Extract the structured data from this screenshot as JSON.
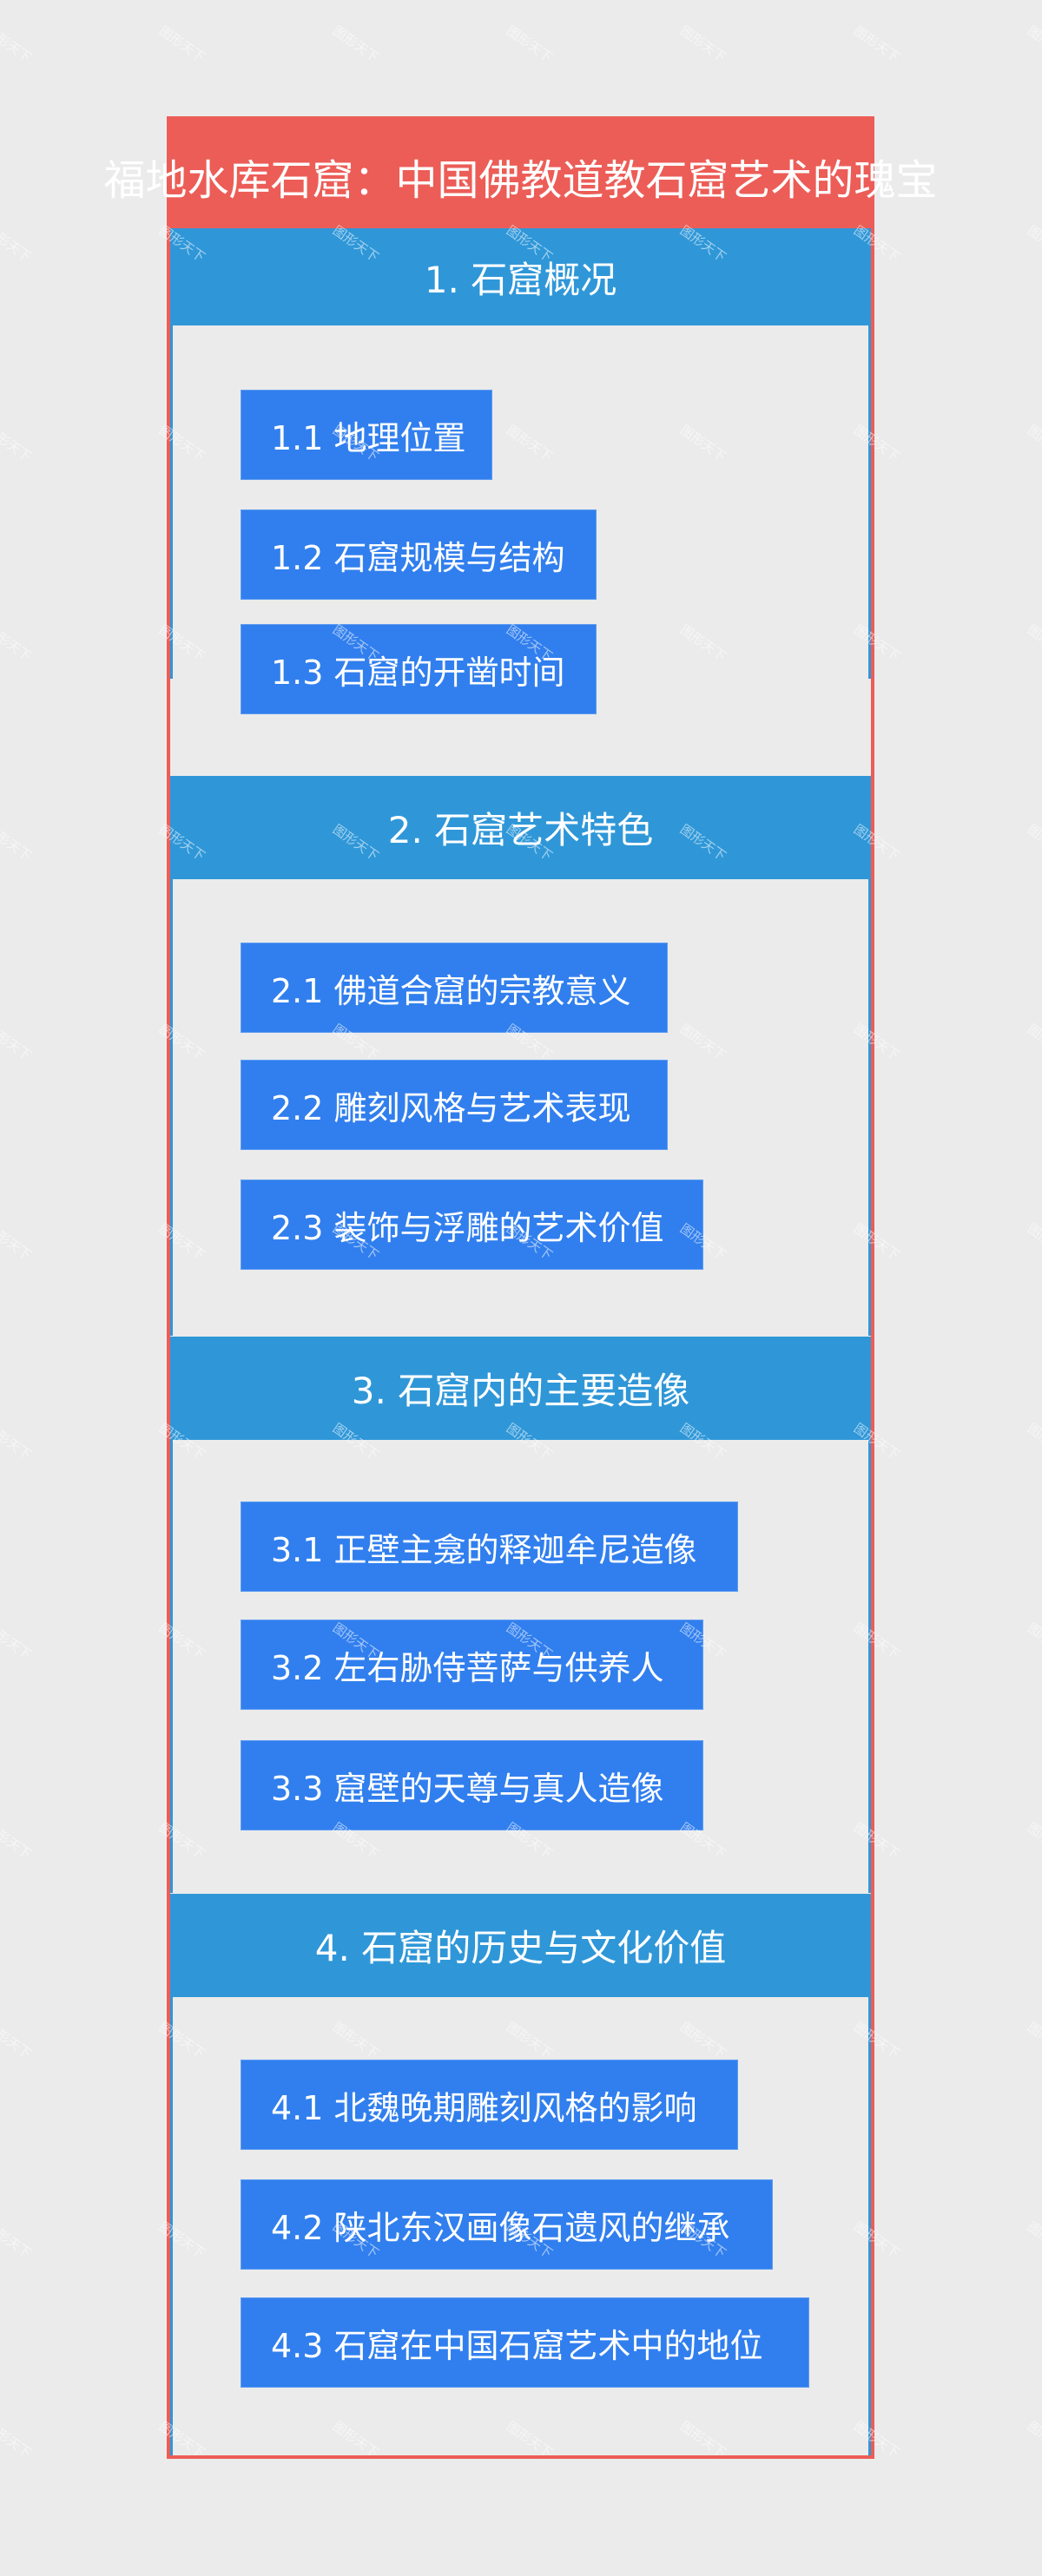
{
  "title": "福地水库石窟：中国佛教道教石窟艺术的瑰宝",
  "watermark": "图形天下",
  "colors": {
    "background": "#EBEBEB",
    "frame_red": "#EC5D57",
    "section_header_blue": "#2F97D8",
    "item_blue": "#317FEE",
    "text": "#FFFFFF"
  },
  "sections": [
    {
      "label": "1. 石窟概况",
      "items": [
        {
          "label": "1.1 地理位置"
        },
        {
          "label": "1.2 石窟规模与结构"
        },
        {
          "label": "1.3 石窟的开凿时间"
        }
      ]
    },
    {
      "label": "2. 石窟艺术特色",
      "items": [
        {
          "label": "2.1 佛道合窟的宗教意义"
        },
        {
          "label": "2.2 雕刻风格与艺术表现"
        },
        {
          "label": "2.3 装饰与浮雕的艺术价值"
        }
      ]
    },
    {
      "label": "3. 石窟内的主要造像",
      "items": [
        {
          "label": "3.1 正壁主龛的释迦牟尼造像"
        },
        {
          "label": "3.2 左右胁侍菩萨与供养人"
        },
        {
          "label": "3.3 窟壁的天尊与真人造像"
        }
      ]
    },
    {
      "label": "4. 石窟的历史与文化价值",
      "items": [
        {
          "label": "4.1 北魏晚期雕刻风格的影响"
        },
        {
          "label": "4.2 陕北东汉画像石遗风的继承"
        },
        {
          "label": "4.3 石窟在中国石窟艺术中的地位"
        }
      ]
    }
  ]
}
